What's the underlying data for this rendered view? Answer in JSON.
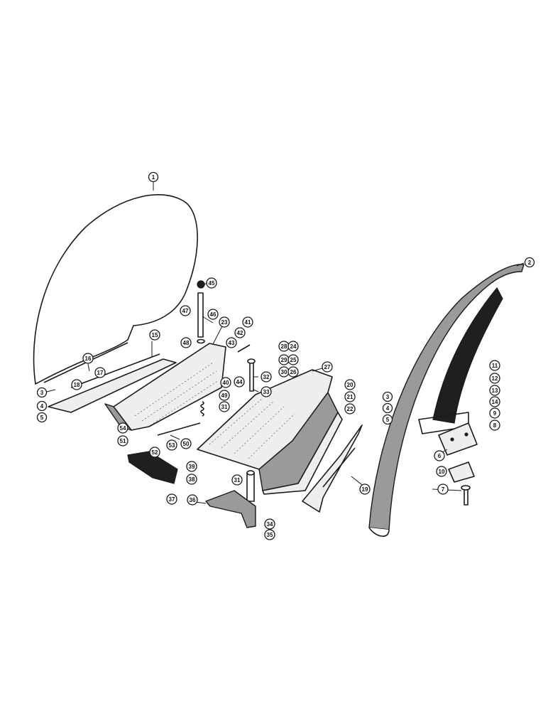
{
  "colors": {
    "ink": "#1a1a1a",
    "background": "#ffffff",
    "shade": "#9a9a9a"
  },
  "callouts": [
    {
      "label": "1"
    },
    {
      "label": "2"
    },
    {
      "label": "3"
    },
    {
      "label": "4"
    },
    {
      "label": "5"
    },
    {
      "label": "15"
    },
    {
      "label": "16"
    },
    {
      "label": "17"
    },
    {
      "label": "18"
    },
    {
      "label": "45"
    },
    {
      "label": "46"
    },
    {
      "label": "47"
    },
    {
      "label": "48"
    },
    {
      "label": "23"
    },
    {
      "label": "41"
    },
    {
      "label": "42"
    },
    {
      "label": "43"
    },
    {
      "label": "44"
    },
    {
      "label": "40"
    },
    {
      "label": "32"
    },
    {
      "label": "33"
    },
    {
      "label": "28"
    },
    {
      "label": "24"
    },
    {
      "label": "29"
    },
    {
      "label": "25"
    },
    {
      "label": "30"
    },
    {
      "label": "26"
    },
    {
      "label": "27"
    },
    {
      "label": "49"
    },
    {
      "label": "31"
    },
    {
      "label": "54"
    },
    {
      "label": "53"
    },
    {
      "label": "50"
    },
    {
      "label": "51"
    },
    {
      "label": "52"
    },
    {
      "label": "39"
    },
    {
      "label": "38"
    },
    {
      "label": "37"
    },
    {
      "label": "36"
    },
    {
      "label": "31"
    },
    {
      "label": "34"
    },
    {
      "label": "35"
    },
    {
      "label": "20"
    },
    {
      "label": "21"
    },
    {
      "label": "22"
    },
    {
      "label": "3"
    },
    {
      "label": "4"
    },
    {
      "label": "5"
    },
    {
      "label": "19"
    },
    {
      "label": "11"
    },
    {
      "label": "12"
    },
    {
      "label": "13"
    },
    {
      "label": "14"
    },
    {
      "label": "9"
    },
    {
      "label": "8"
    },
    {
      "label": "6"
    },
    {
      "label": "10"
    },
    {
      "label": "7"
    }
  ]
}
